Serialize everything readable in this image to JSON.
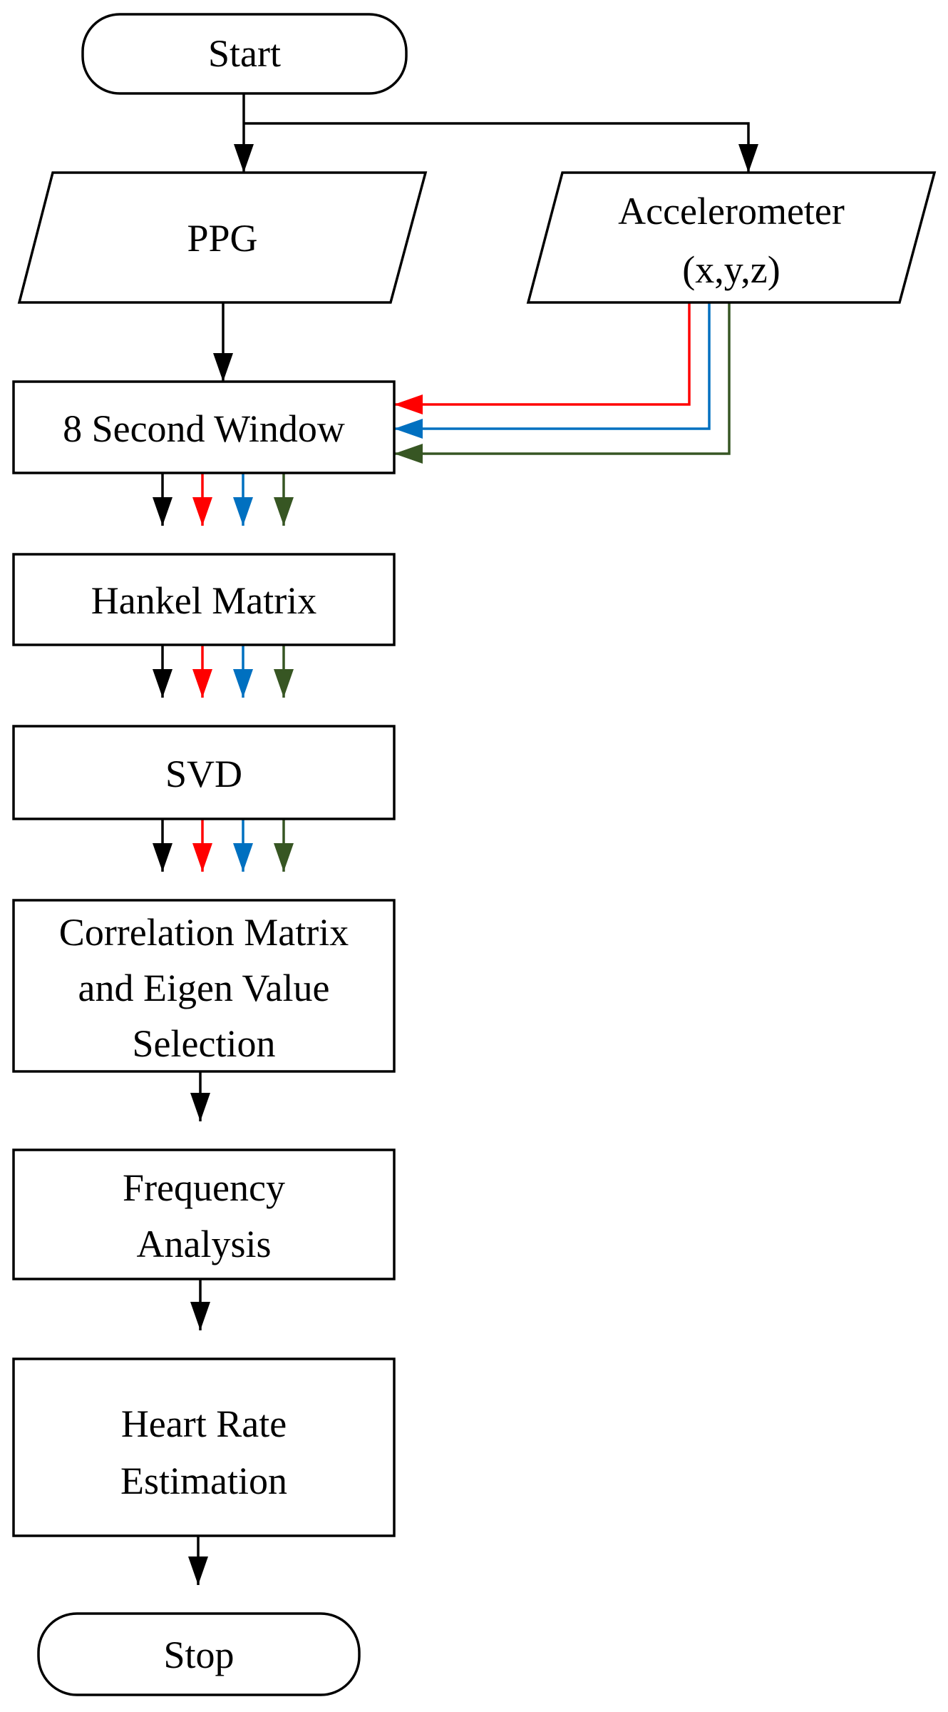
{
  "nodes": {
    "start": {
      "label": "Start"
    },
    "ppg": {
      "label": "PPG"
    },
    "accelerometer": {
      "line1": "Accelerometer",
      "line2": "(x,y,z)"
    },
    "window": {
      "label": "8 Second Window"
    },
    "hankel": {
      "label": "Hankel Matrix"
    },
    "svd": {
      "label": "SVD"
    },
    "correlation": {
      "line1": "Correlation Matrix",
      "line2": "and Eigen Value",
      "line3": "Selection"
    },
    "frequency": {
      "line1": "Frequency",
      "line2": "Analysis"
    },
    "heart_rate": {
      "line1": "Heart Rate",
      "line2": "Estimation"
    },
    "stop": {
      "label": "Stop"
    }
  },
  "colors": {
    "ppg": "#000000",
    "acc_x": "#ff0000",
    "acc_y": "#0070c0",
    "acc_z": "#375623"
  }
}
